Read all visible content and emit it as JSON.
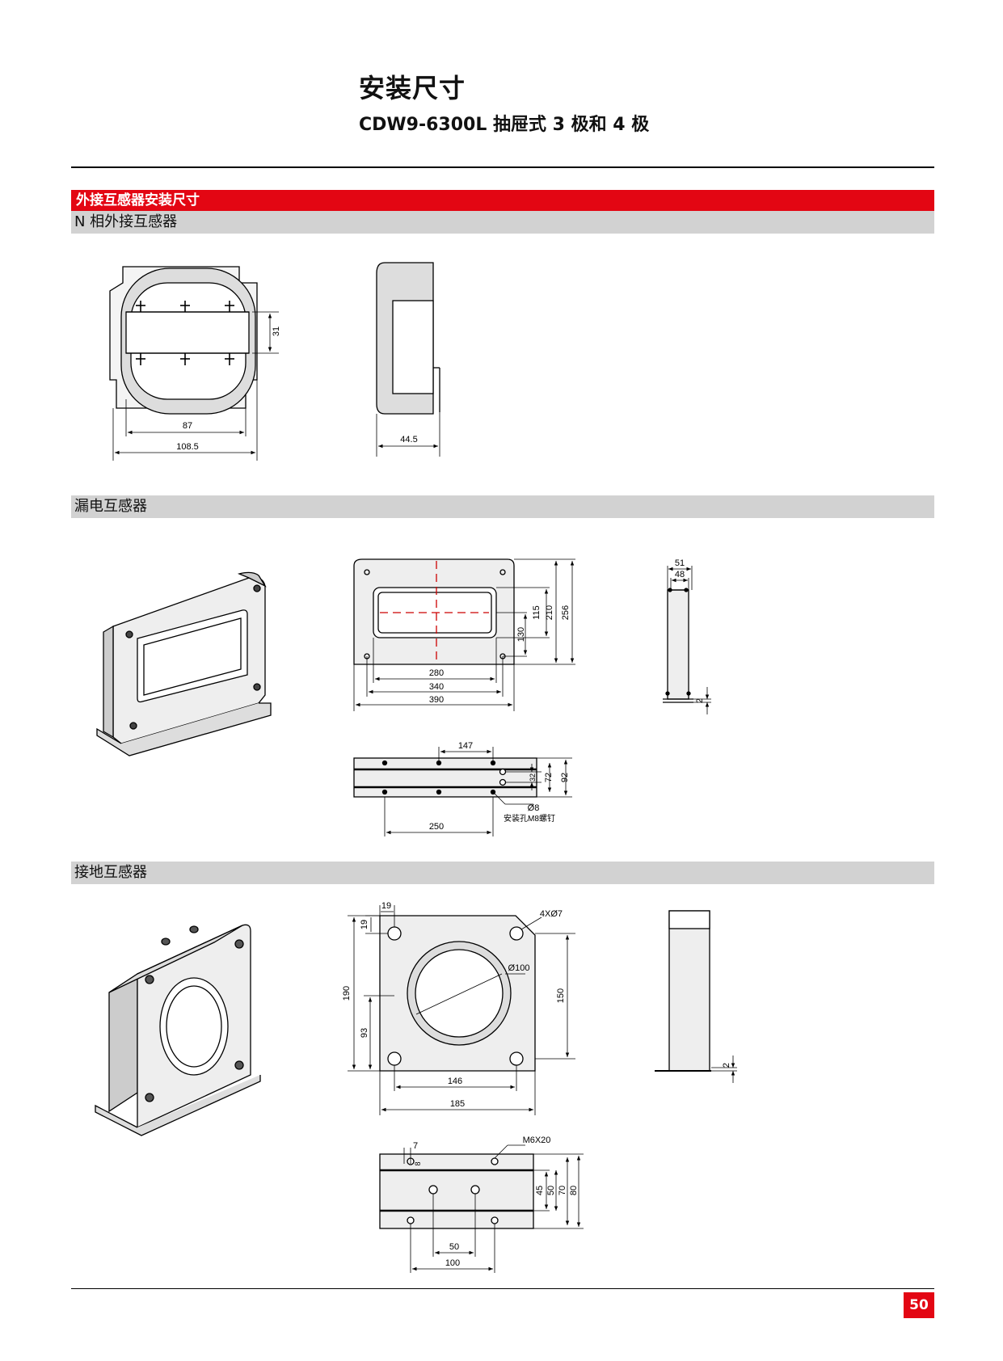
{
  "header": {
    "title": "安装尺寸",
    "subtitle": "CDW9-6300L 抽屉式 3 极和 4 极"
  },
  "section_main": "外接互感器安装尺寸",
  "sections": {
    "n_phase": "N 相外接互感器",
    "leakage": "漏电互感器",
    "ground": "接地互感器"
  },
  "dims": {
    "n_phase": {
      "window_height": "31",
      "inner_width": "87",
      "outer_width": "108.5",
      "depth": "44.5"
    },
    "leakage": {
      "w280": "280",
      "w340": "340",
      "w390": "390",
      "h115": "115",
      "h210": "210",
      "h256": "256",
      "h130": "130",
      "side51": "51",
      "side48": "48",
      "base2": "2",
      "bottom147": "147",
      "bottom250": "250",
      "bottom32": "32",
      "bottom72": "72",
      "bottom92": "92",
      "hole": "Ø8",
      "hole_note": "安装孔M8螺钉"
    },
    "ground": {
      "top19": "19",
      "side19": "19",
      "holes": "4XØ7",
      "dia": "Ø100",
      "h190": "190",
      "h93": "93",
      "h150": "150",
      "w146": "146",
      "w185": "185",
      "base2": "2",
      "t7": "7",
      "t8": "8",
      "screw": "M6X20",
      "v45": "45",
      "v50": "50",
      "v70": "70",
      "v80": "80",
      "b50": "50",
      "b100": "100"
    }
  },
  "page_number": "50"
}
